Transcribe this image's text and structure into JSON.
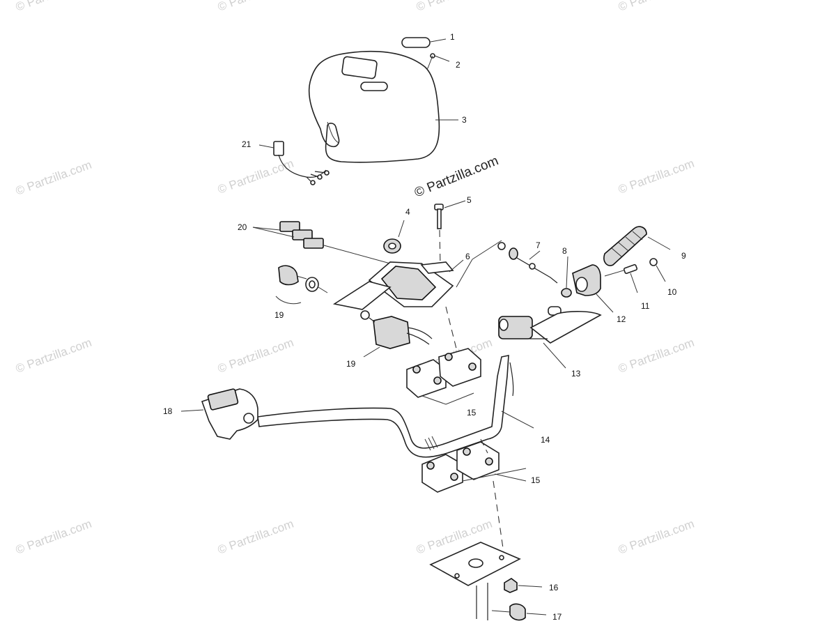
{
  "watermark": {
    "text": "© Partzilla.com",
    "center_text": "© Partzilla.com",
    "color": "#d0d0d0"
  },
  "callouts": {
    "c1": "1",
    "c2": "2",
    "c3": "3",
    "c4": "4",
    "c5": "5",
    "c6": "6",
    "c7": "7",
    "c8": "8",
    "c9": "9",
    "c10": "10",
    "c11": "11",
    "c12": "12",
    "c13": "13",
    "c14": "14",
    "c15a": "15",
    "c15b": "15",
    "c16": "16",
    "c17": "17",
    "c18": "18",
    "c19a": "19",
    "c19b": "19",
    "c20": "20",
    "c21": "21"
  }
}
